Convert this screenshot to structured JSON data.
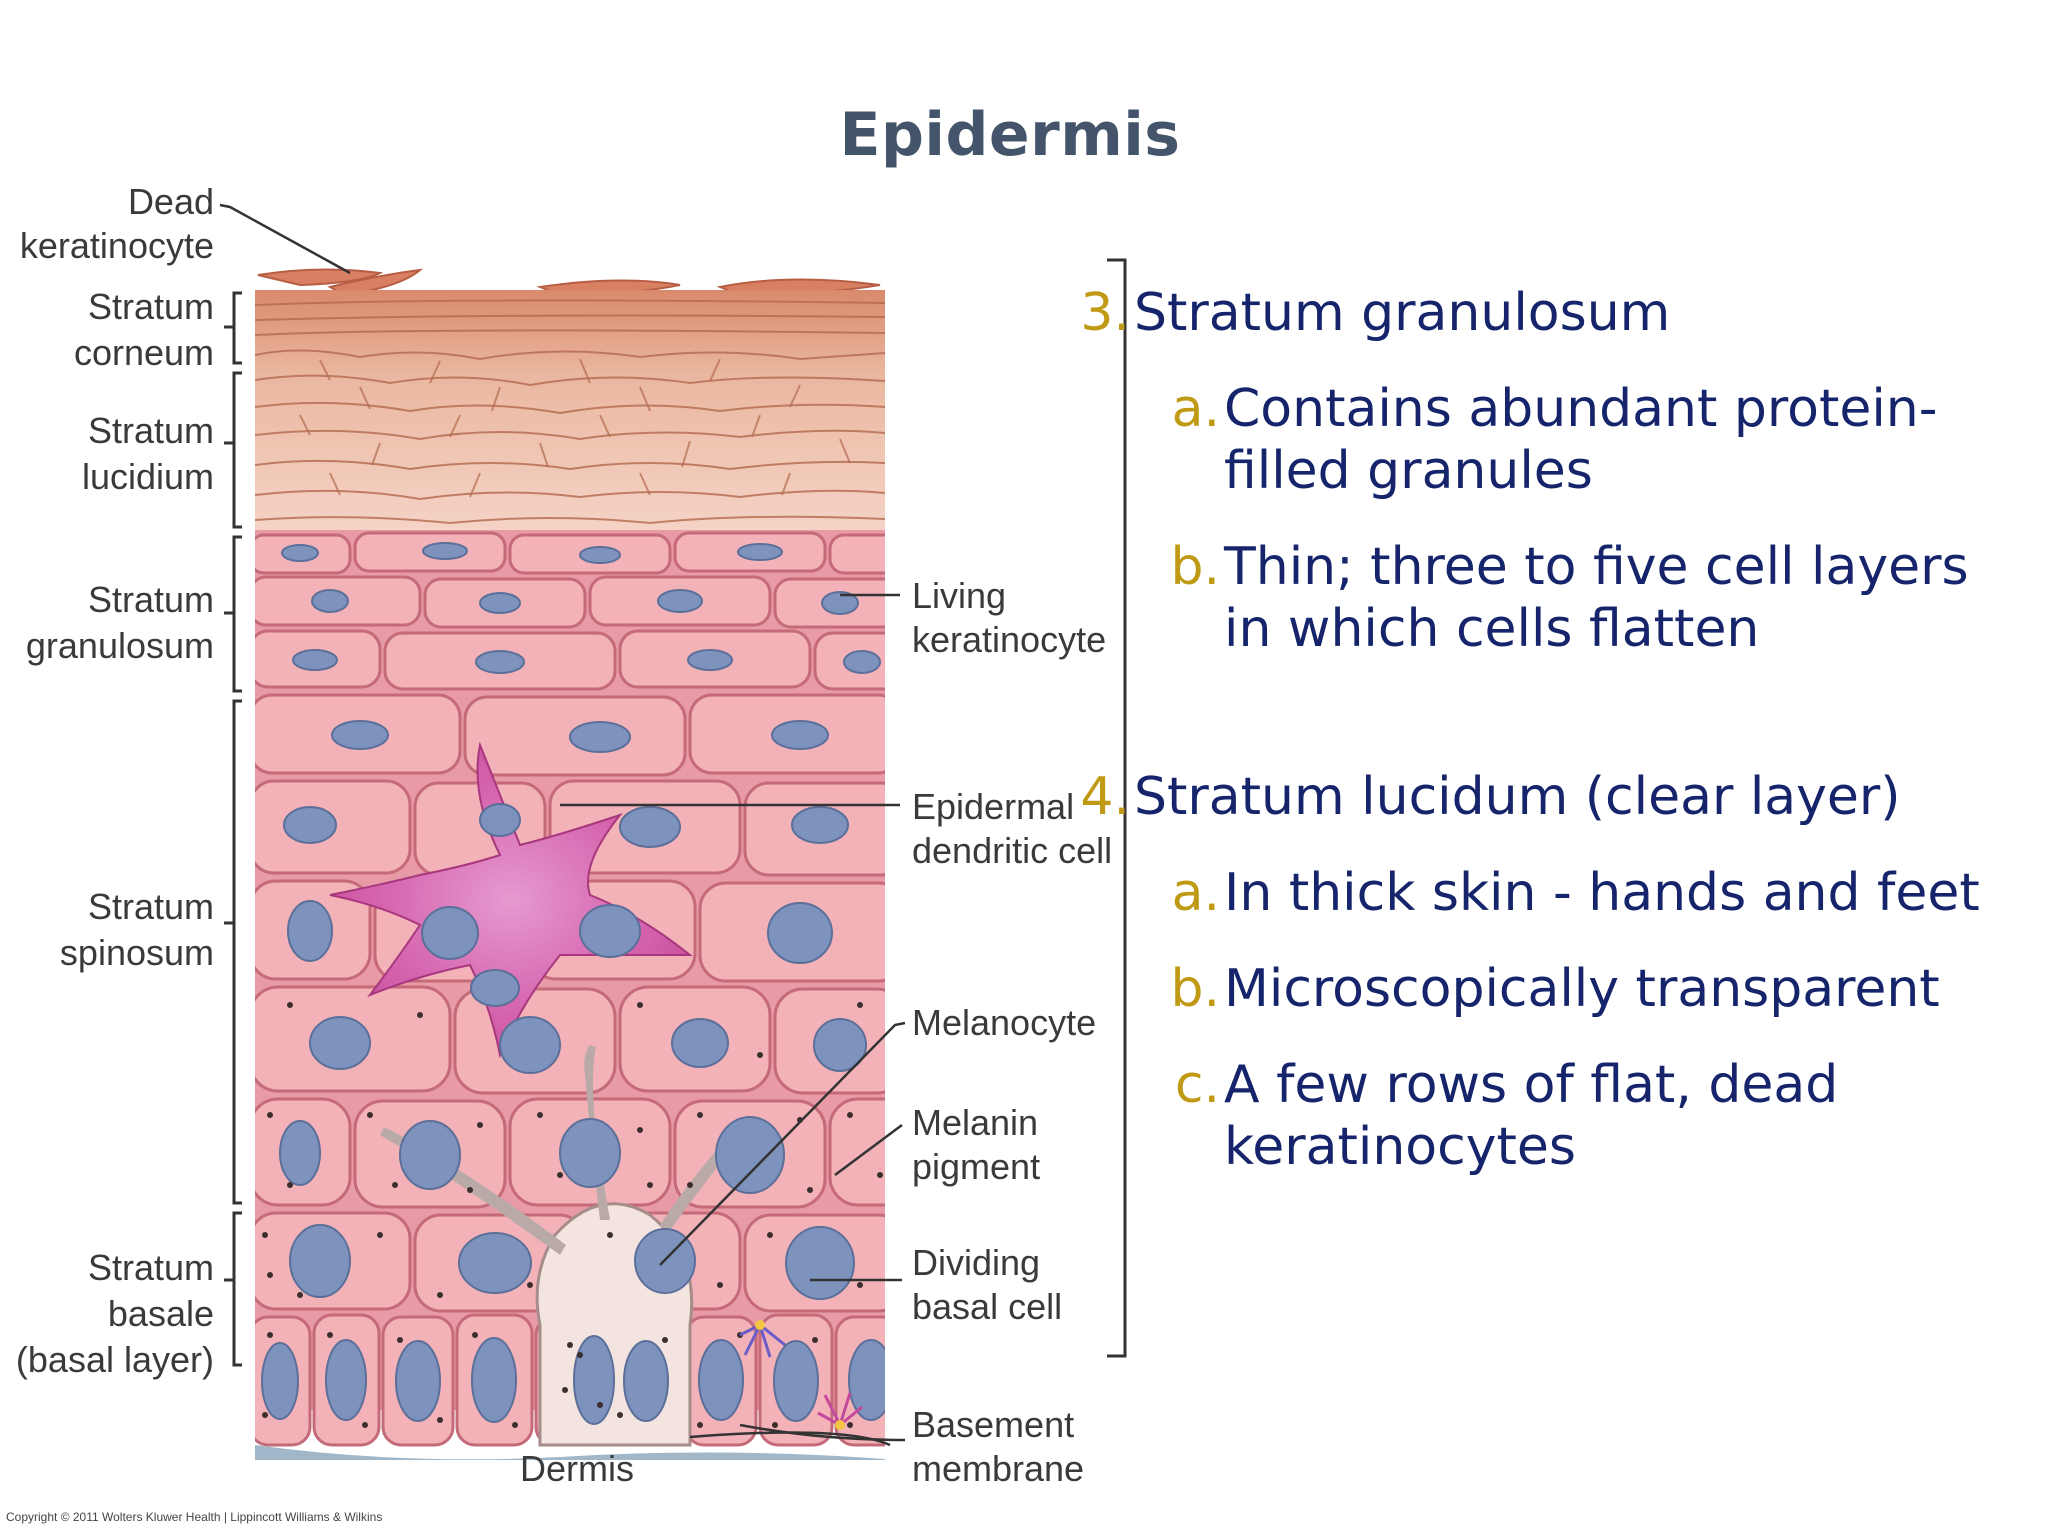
{
  "slide": {
    "title": "Epidermis"
  },
  "diagram": {
    "labels_left": [
      {
        "id": "dead",
        "lines": [
          "Dead",
          "keratinocyte"
        ]
      },
      {
        "id": "corneum",
        "lines": [
          "Stratum",
          "corneum"
        ]
      },
      {
        "id": "lucidum",
        "lines": [
          "Stratum",
          "lucidium"
        ]
      },
      {
        "id": "granulosum",
        "lines": [
          "Stratum",
          "granulosum"
        ]
      },
      {
        "id": "spinosum",
        "lines": [
          "Stratum",
          "spinosum"
        ]
      },
      {
        "id": "basale",
        "lines": [
          "Stratum",
          "basale",
          "(basal layer)"
        ]
      }
    ],
    "labels_right": [
      {
        "id": "living",
        "lines": [
          "Living",
          "keratinocyte"
        ]
      },
      {
        "id": "dendritic",
        "lines": [
          "Epidermal",
          "dendritic cell"
        ]
      },
      {
        "id": "melanocyte",
        "lines": [
          "Melanocyte"
        ]
      },
      {
        "id": "melanin",
        "lines": [
          "Melanin",
          "pigment"
        ]
      },
      {
        "id": "dividing",
        "lines": [
          "Dividing",
          "basal cell"
        ]
      },
      {
        "id": "basement",
        "lines": [
          "Basement",
          "membrane"
        ]
      }
    ],
    "dermis_label": "Dermis",
    "copyright": "Copyright © 2011 Wolters Kluwer Health | Lippincott Williams & Wilkins",
    "colors": {
      "corneum": "#e8b59a",
      "cell_fill": "#f3b2b8",
      "cell_stroke": "#c46a78",
      "nucleus": "#7d93bd",
      "dendritic": "#d45aa8",
      "dermis": "#f4d9c7"
    }
  },
  "outline": {
    "sections": [
      {
        "number": "3.",
        "heading": "Stratum granulosum",
        "points": [
          {
            "letter": "a.",
            "text": "Contains abundant protein-filled granules"
          },
          {
            "letter": "b.",
            "text": "Thin; three to five cell layers in which cells flatten"
          }
        ]
      },
      {
        "number": "4.",
        "heading": "Stratum lucidum (clear layer)",
        "points": [
          {
            "letter": "a.",
            "text": "In thick skin - hands and feet"
          },
          {
            "letter": "b.",
            "text": "Microscopically transparent"
          },
          {
            "letter": "c.",
            "text": "A few rows of flat, dead keratinocytes"
          }
        ]
      }
    ]
  }
}
